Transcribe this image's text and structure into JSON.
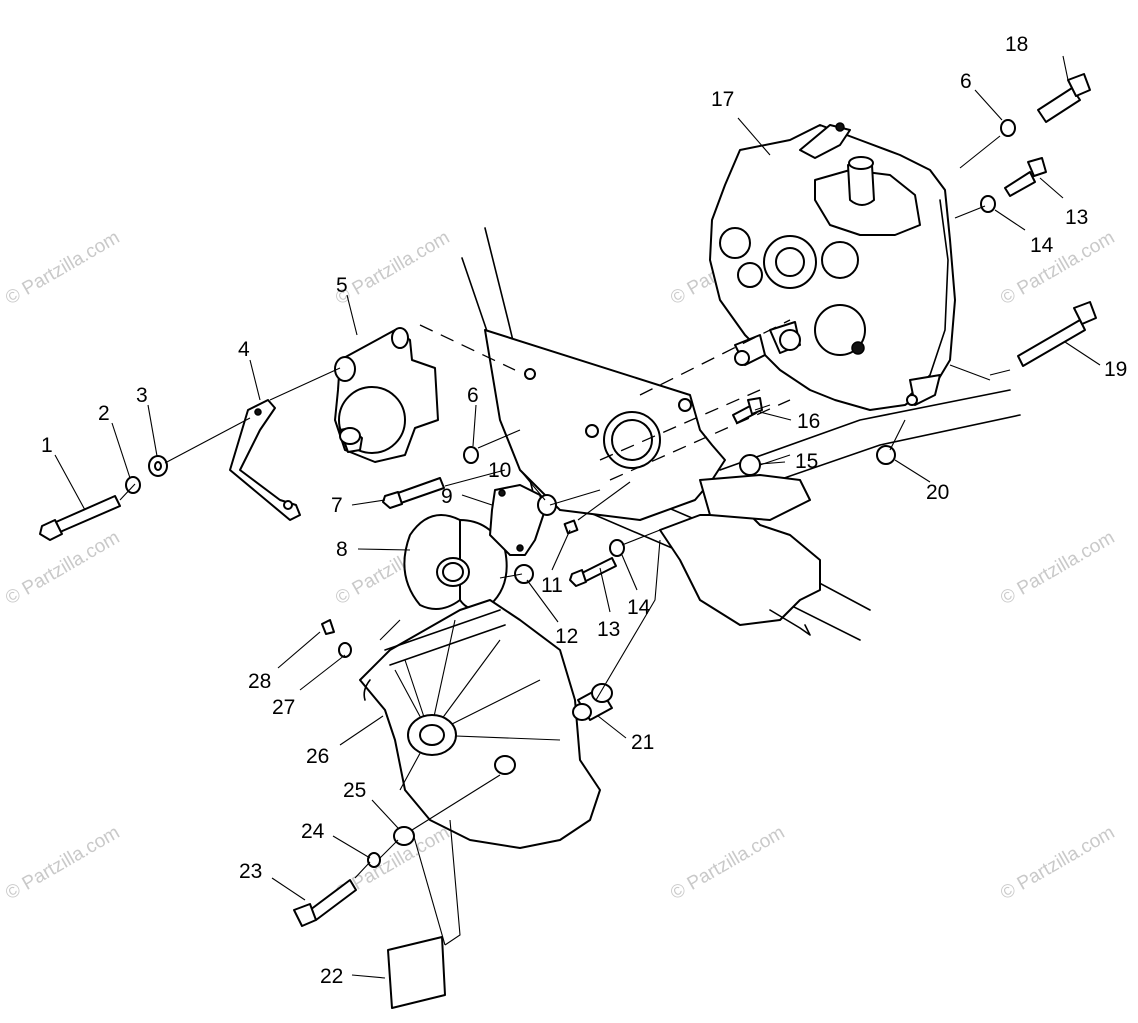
{
  "watermark": "© Partzilla.com",
  "callouts": [
    "1",
    "2",
    "3",
    "4",
    "5",
    "6",
    "6",
    "7",
    "8",
    "9",
    "10",
    "11",
    "12",
    "13",
    "13",
    "14",
    "14",
    "15",
    "16",
    "17",
    "18",
    "19",
    "20",
    "21",
    "22",
    "23",
    "24",
    "25",
    "26",
    "27",
    "28"
  ]
}
